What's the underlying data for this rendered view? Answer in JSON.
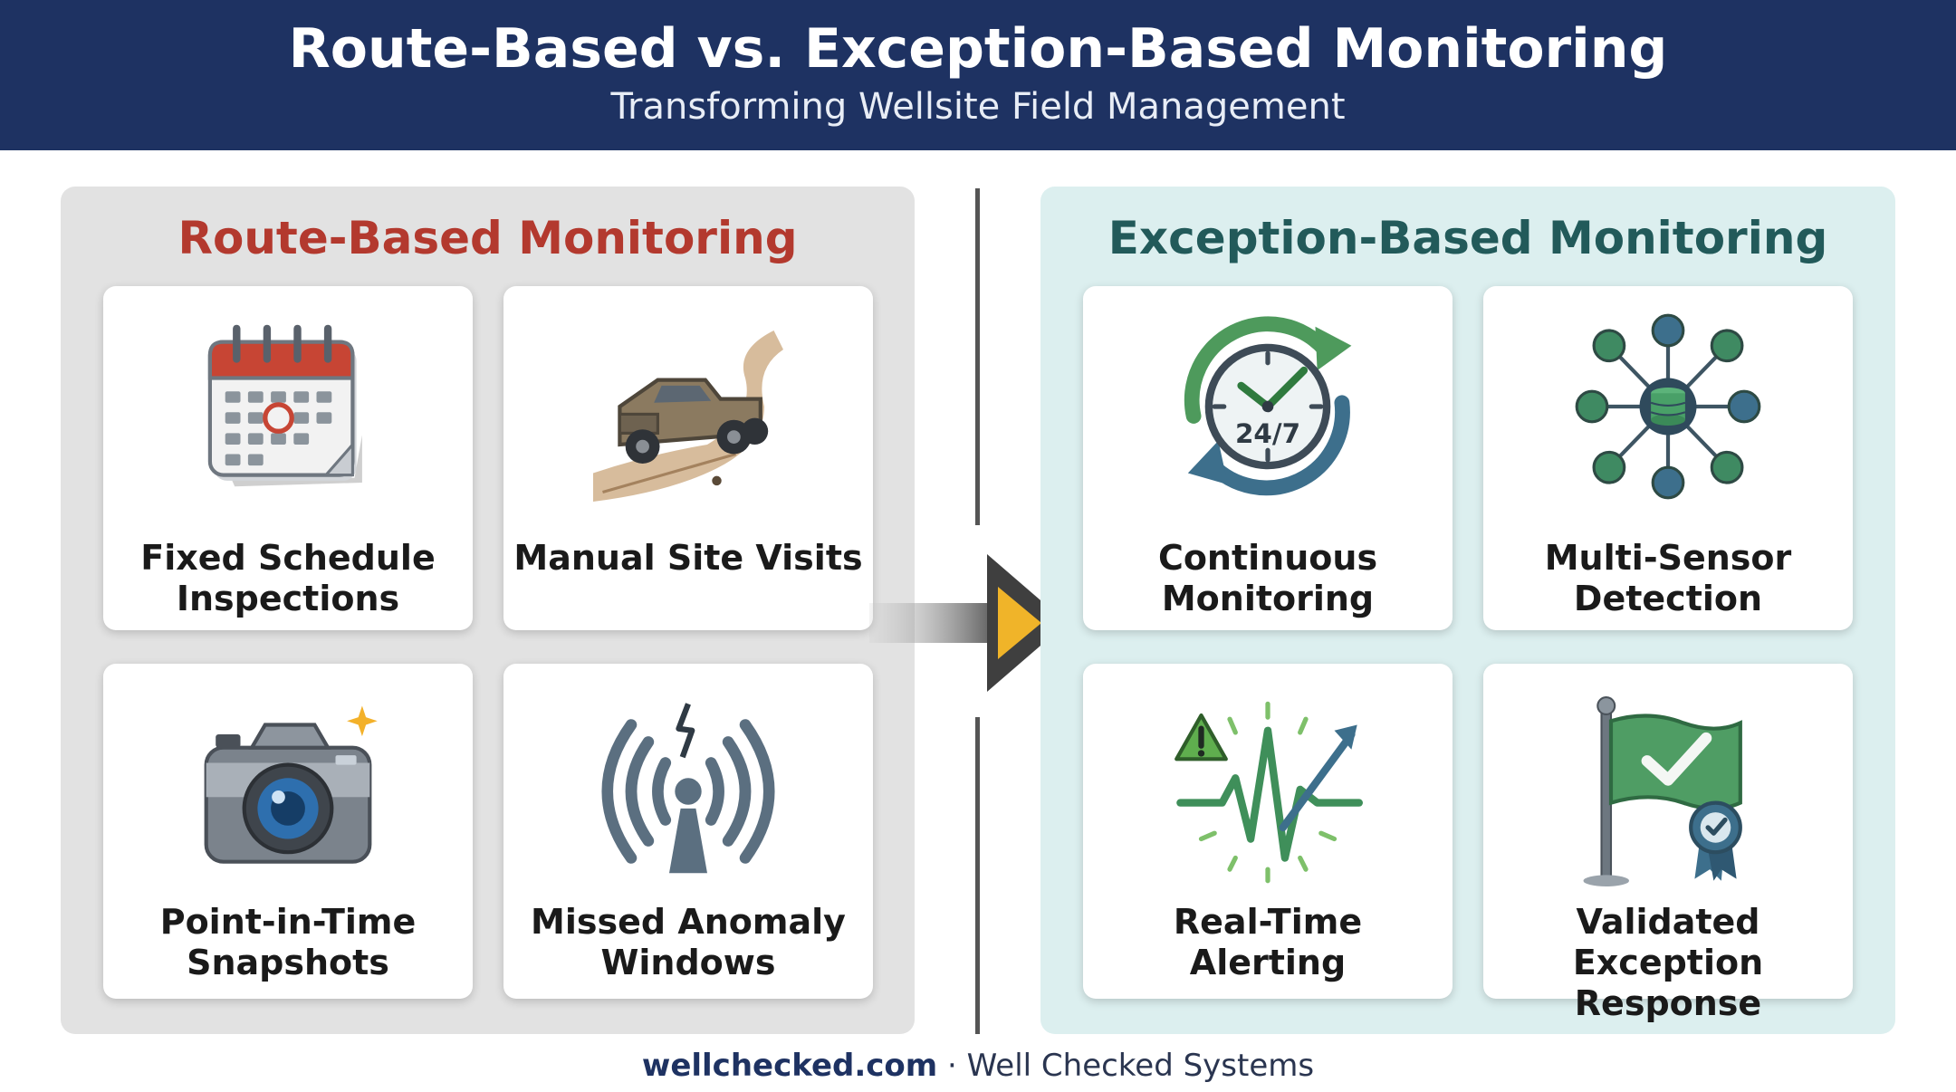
{
  "header": {
    "title": "Route-Based vs. Exception-Based Monitoring",
    "subtitle": "Transforming Wellsite Field Management"
  },
  "left_panel": {
    "title": "Route-Based Monitoring",
    "cards": [
      {
        "icon": "calendar-icon",
        "label": "Fixed Schedule Inspections"
      },
      {
        "icon": "pickup-truck-icon",
        "label": "Manual Site Visits"
      },
      {
        "icon": "camera-icon",
        "label": "Point-in-Time Snapshots"
      },
      {
        "icon": "broken-signal-icon",
        "label": "Missed Anomaly Windows"
      }
    ]
  },
  "right_panel": {
    "title": "Exception-Based Monitoring",
    "cards": [
      {
        "icon": "clock-24-7-icon",
        "label": "Continuous Monitoring"
      },
      {
        "icon": "sensor-network-icon",
        "label": "Multi-Sensor Detection"
      },
      {
        "icon": "alert-pulse-icon",
        "label": "Real-Time Alerting"
      },
      {
        "icon": "check-flag-icon",
        "label": "Validated Exception Response"
      }
    ]
  },
  "clock_text": "24/7",
  "footer": {
    "site": "wellchecked.com",
    "separator": "·",
    "company": "Well Checked Systems"
  },
  "colors": {
    "header_bg": "#1e3262",
    "left_title": "#b3392e",
    "right_title": "#225a5a",
    "left_panel_bg": "#e2e2e2",
    "right_panel_bg": "#dcefef",
    "arrow_accent": "#f0b429"
  }
}
